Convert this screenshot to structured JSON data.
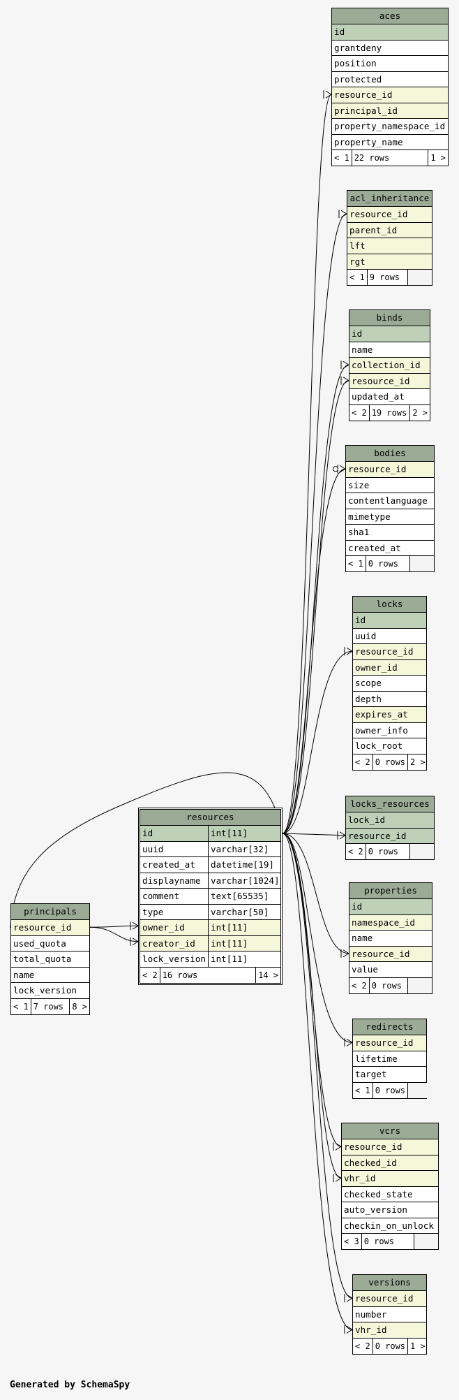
{
  "footer_text": "Generated by SchemaSpy",
  "colors": {
    "header": "#9bab96",
    "primary_key": "#bed1b8",
    "foreign_key": "#f4f7da",
    "background": "#f6f6f6"
  },
  "tables": [
    {
      "name": "aces",
      "id": "aces",
      "columns": [
        {
          "name": "id",
          "kind": "pk"
        },
        {
          "name": "grantdeny"
        },
        {
          "name": "position"
        },
        {
          "name": "protected"
        },
        {
          "name": "resource_id",
          "kind": "fk"
        },
        {
          "name": "principal_id",
          "kind": "fk"
        },
        {
          "name": "property_namespace_id"
        },
        {
          "name": "property_name"
        }
      ],
      "footer": {
        "children": "< 1",
        "rows": "22 rows",
        "parents": "1 >"
      }
    },
    {
      "name": "acl_inheritance",
      "id": "acl_inheritance",
      "columns": [
        {
          "name": "resource_id",
          "kind": "fk"
        },
        {
          "name": "parent_id",
          "kind": "fk"
        },
        {
          "name": "lft",
          "kind": "fk"
        },
        {
          "name": "rgt",
          "kind": "fk"
        }
      ],
      "footer": {
        "children": "< 1",
        "rows": "9 rows",
        "parents": ""
      }
    },
    {
      "name": "binds",
      "id": "binds",
      "columns": [
        {
          "name": "id",
          "kind": "pk"
        },
        {
          "name": "name"
        },
        {
          "name": "collection_id",
          "kind": "fk"
        },
        {
          "name": "resource_id",
          "kind": "fk"
        },
        {
          "name": "updated_at"
        }
      ],
      "footer": {
        "children": "< 2",
        "rows": "19 rows",
        "parents": "2 >"
      }
    },
    {
      "name": "bodies",
      "id": "bodies",
      "columns": [
        {
          "name": "resource_id",
          "kind": "fk"
        },
        {
          "name": "size"
        },
        {
          "name": "contentlanguage"
        },
        {
          "name": "mimetype"
        },
        {
          "name": "sha1"
        },
        {
          "name": "created_at"
        }
      ],
      "footer": {
        "children": "< 1",
        "rows": "0 rows",
        "parents": ""
      }
    },
    {
      "name": "locks",
      "id": "locks",
      "columns": [
        {
          "name": "id",
          "kind": "pk"
        },
        {
          "name": "uuid"
        },
        {
          "name": "resource_id",
          "kind": "fk"
        },
        {
          "name": "owner_id",
          "kind": "fk"
        },
        {
          "name": "scope"
        },
        {
          "name": "depth"
        },
        {
          "name": "expires_at",
          "kind": "fk"
        },
        {
          "name": "owner_info"
        },
        {
          "name": "lock_root"
        }
      ],
      "footer": {
        "children": "< 2",
        "rows": "0 rows",
        "parents": "2 >"
      }
    },
    {
      "name": "locks_resources",
      "id": "locks_resources",
      "columns": [
        {
          "name": "lock_id",
          "kind": "pk"
        },
        {
          "name": "resource_id",
          "kind": "pk"
        }
      ],
      "footer": {
        "children": "< 2",
        "rows": "0 rows",
        "parents": ""
      }
    },
    {
      "name": "properties",
      "id": "properties",
      "columns": [
        {
          "name": "id",
          "kind": "pk"
        },
        {
          "name": "namespace_id",
          "kind": "fk"
        },
        {
          "name": "name"
        },
        {
          "name": "resource_id",
          "kind": "fk"
        },
        {
          "name": "value"
        }
      ],
      "footer": {
        "children": "< 2",
        "rows": "0 rows",
        "parents": ""
      }
    },
    {
      "name": "redirects",
      "id": "redirects",
      "columns": [
        {
          "name": "resource_id",
          "kind": "fk"
        },
        {
          "name": "lifetime"
        },
        {
          "name": "target"
        }
      ],
      "footer": {
        "children": "< 1",
        "rows": "0 rows",
        "parents": ""
      }
    },
    {
      "name": "vcrs",
      "id": "vcrs",
      "columns": [
        {
          "name": "resource_id",
          "kind": "fk"
        },
        {
          "name": "checked_id",
          "kind": "fk"
        },
        {
          "name": "vhr_id",
          "kind": "fk"
        },
        {
          "name": "checked_state"
        },
        {
          "name": "auto_version"
        },
        {
          "name": "checkin_on_unlock"
        }
      ],
      "footer": {
        "children": "< 3",
        "rows": "0 rows",
        "parents": ""
      }
    },
    {
      "name": "versions",
      "id": "versions",
      "columns": [
        {
          "name": "resource_id",
          "kind": "fk"
        },
        {
          "name": "number"
        },
        {
          "name": "vhr_id",
          "kind": "fk"
        }
      ],
      "footer": {
        "children": "< 2",
        "rows": "0 rows",
        "parents": "1 >"
      }
    },
    {
      "name": "principals",
      "id": "principals",
      "columns": [
        {
          "name": "resource_id",
          "kind": "fk"
        },
        {
          "name": "used_quota"
        },
        {
          "name": "total_quota"
        },
        {
          "name": "name"
        },
        {
          "name": "lock_version"
        }
      ],
      "footer": {
        "children": "< 1",
        "rows": "7 rows",
        "parents": "8 >"
      }
    },
    {
      "name": "resources",
      "id": "resources",
      "main": true,
      "columns": [
        {
          "name": "id",
          "type": "int[11]",
          "kind": "pk"
        },
        {
          "name": "uuid",
          "type": "varchar[32]"
        },
        {
          "name": "created_at",
          "type": "datetime[19]"
        },
        {
          "name": "displayname",
          "type": "varchar[1024]"
        },
        {
          "name": "comment",
          "type": "text[65535]"
        },
        {
          "name": "type",
          "type": "varchar[50]"
        },
        {
          "name": "owner_id",
          "type": "int[11]",
          "kind": "fk"
        },
        {
          "name": "creator_id",
          "type": "int[11]",
          "kind": "fk"
        },
        {
          "name": "lock_version",
          "type": "int[11]"
        }
      ],
      "footer": {
        "children": "< 2",
        "rows": "16 rows",
        "parents": "14 >"
      }
    }
  ]
}
